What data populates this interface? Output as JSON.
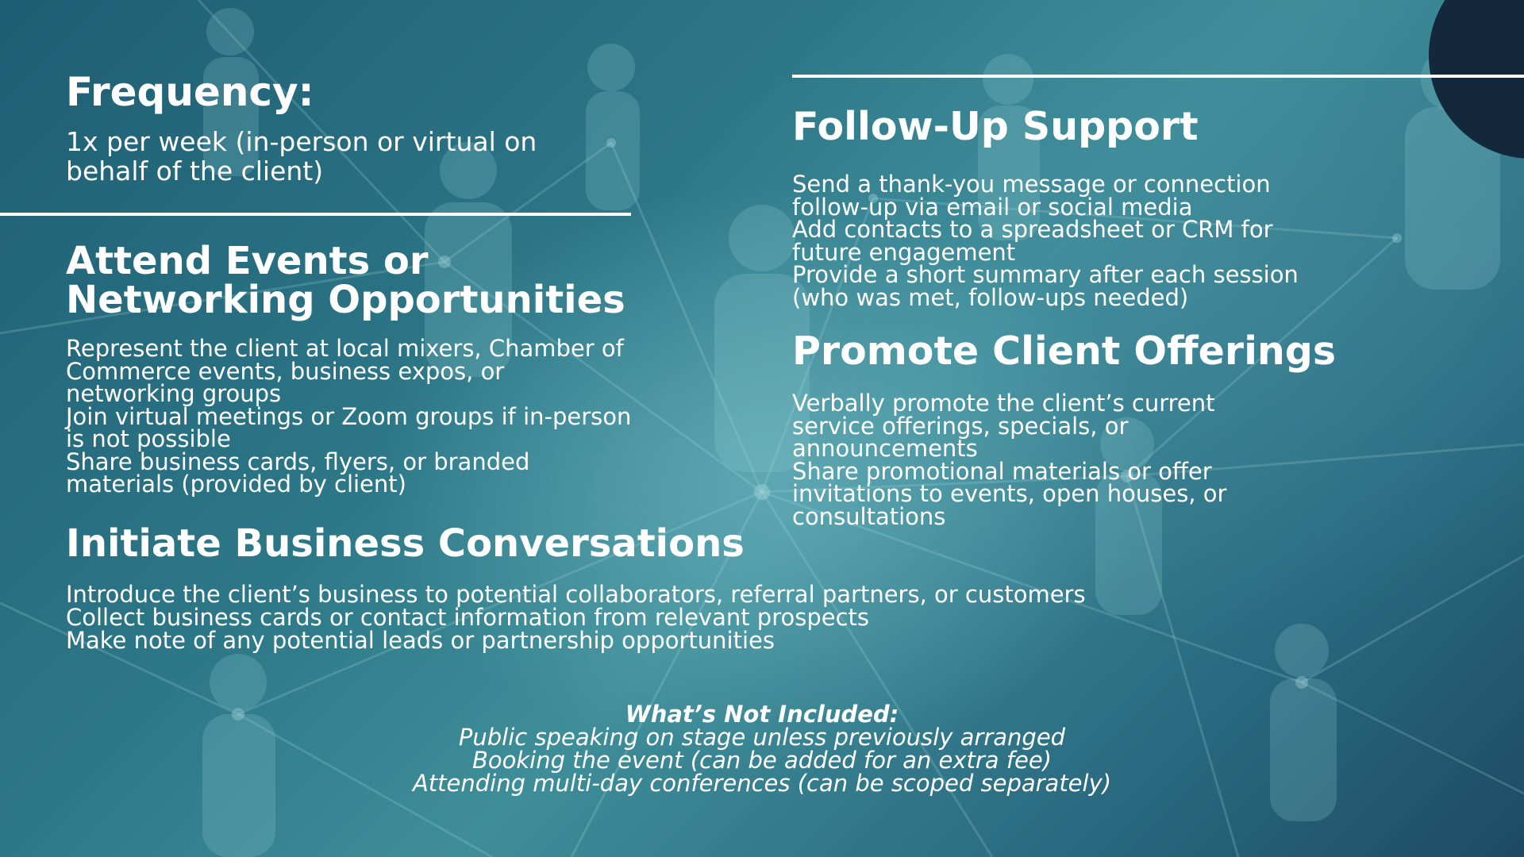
{
  "frequency": {
    "heading": "Frequency:",
    "text": "1x per week (in-person or virtual on behalf of the client)"
  },
  "attend_events": {
    "heading": "Attend Events or Networking Opportunities",
    "items": [
      "Represent the client at local mixers, Chamber of Commerce events, business expos, or networking groups",
      "Join virtual meetings or Zoom groups if in-person is not possible",
      "Share business cards, flyers, or branded materials (provided by client)"
    ]
  },
  "initiate_conversations": {
    "heading": "Initiate Business Conversations",
    "items": [
      "Introduce the client’s business to potential collaborators, referral partners, or customers",
      "Collect business cards or contact information from relevant prospects",
      "Make note of any potential leads or partnership opportunities"
    ]
  },
  "follow_up": {
    "heading": "Follow-Up Support",
    "items": [
      "Send a thank-you message or connection follow-up via email or social media",
      "Add contacts to a spreadsheet or CRM for future engagement",
      "Provide a short summary after each session (who was met, follow-ups needed)"
    ]
  },
  "promote_offerings": {
    "heading": "Promote Client Offerings",
    "items": [
      "Verbally promote the client’s current service offerings, specials, or announcements",
      "Share promotional materials or offer invitations to events, open houses, or consultations"
    ]
  },
  "not_included": {
    "title": "What’s Not Included:",
    "items": [
      "Public speaking on stage unless previously arranged",
      "Booking the event (can be added for an extra fee)",
      "Attending multi-day conferences (can be scoped separately)"
    ]
  },
  "colors": {
    "text": "#ffffff",
    "background_dark": "#1c4b63",
    "background_mid": "#3e8e99",
    "accent_corner": "#13283a"
  }
}
